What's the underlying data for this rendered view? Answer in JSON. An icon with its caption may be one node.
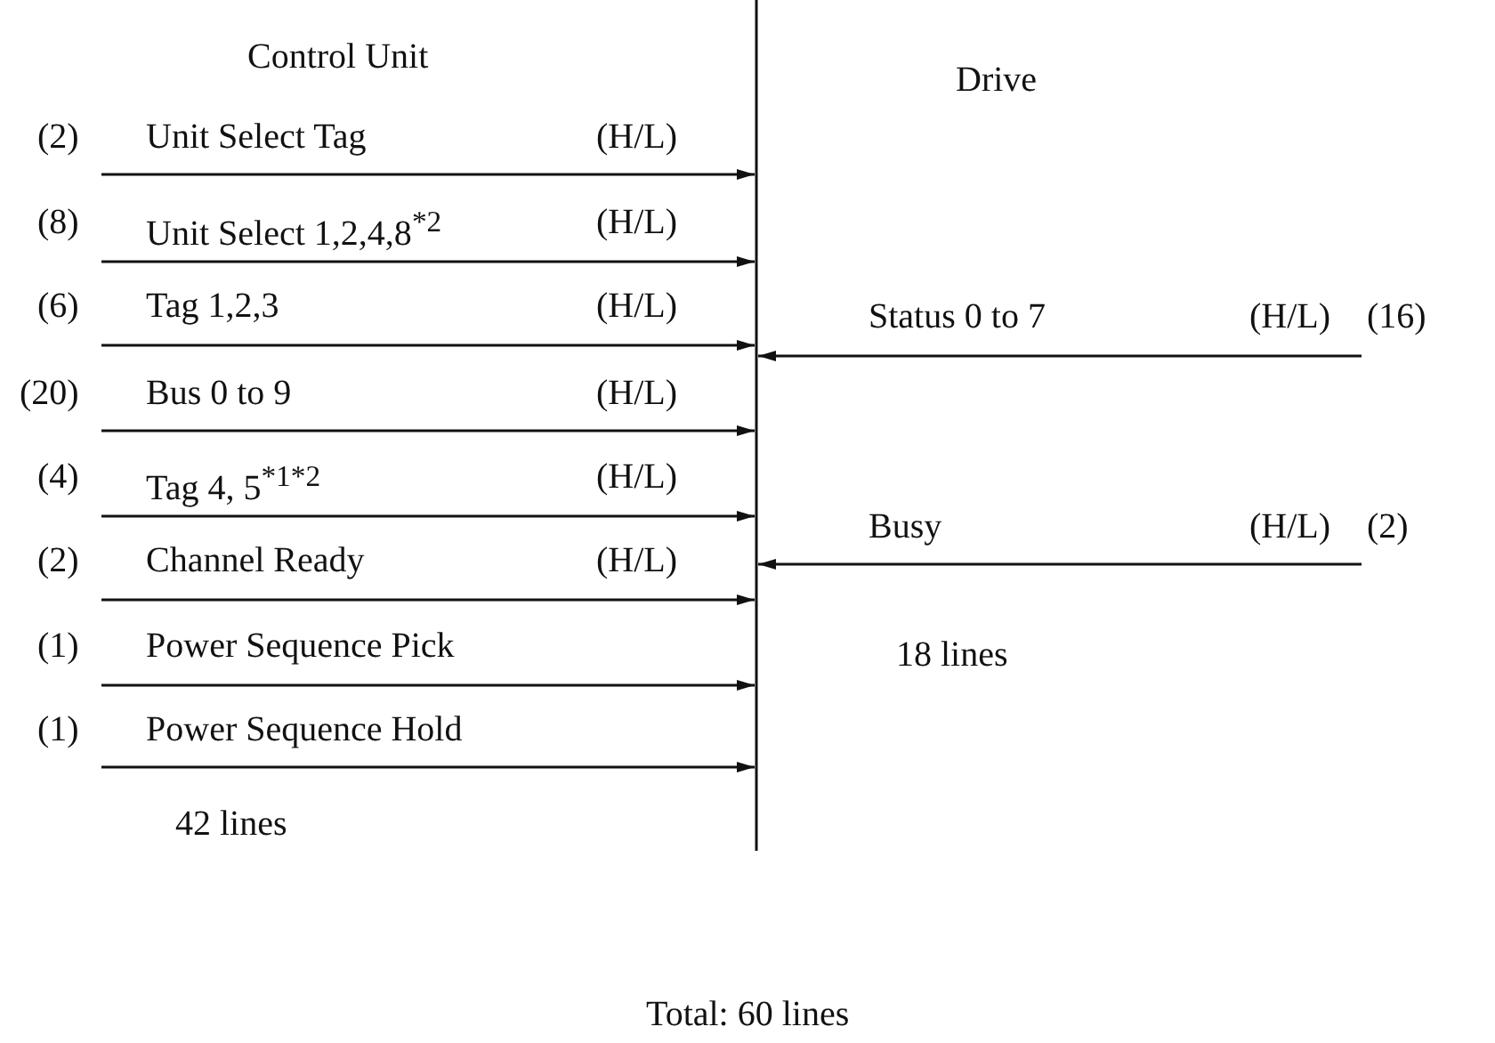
{
  "diagram": {
    "labels": [
      "Control Unit",
      "Drive",
      "(2)",
      "Unit Select Tag",
      "(H/L)",
      "(8)",
      "Unit Select 1,2,4,8$^{*2}$",
      "(H/L)",
      "(6)",
      "Tag 1,2,3",
      "(H/L)",
      "Status 0 to 7",
      "(H/L)",
      "(16)",
      "(20)",
      "Bus 0 to 9",
      "(H/L)",
      "(4)",
      "Tag 4, 5$^{*1*2}$",
      "(H/L)",
      "Busy",
      "(H/L)",
      "(2)",
      "(2)",
      "Channel Ready",
      "(H/L)",
      "(1)",
      "Power Sequence Pick",
      "18 lines",
      "(1)",
      "Power Sequence Hold",
      "42 lines",
      "Total: 60 lines"
    ]
  }
}
